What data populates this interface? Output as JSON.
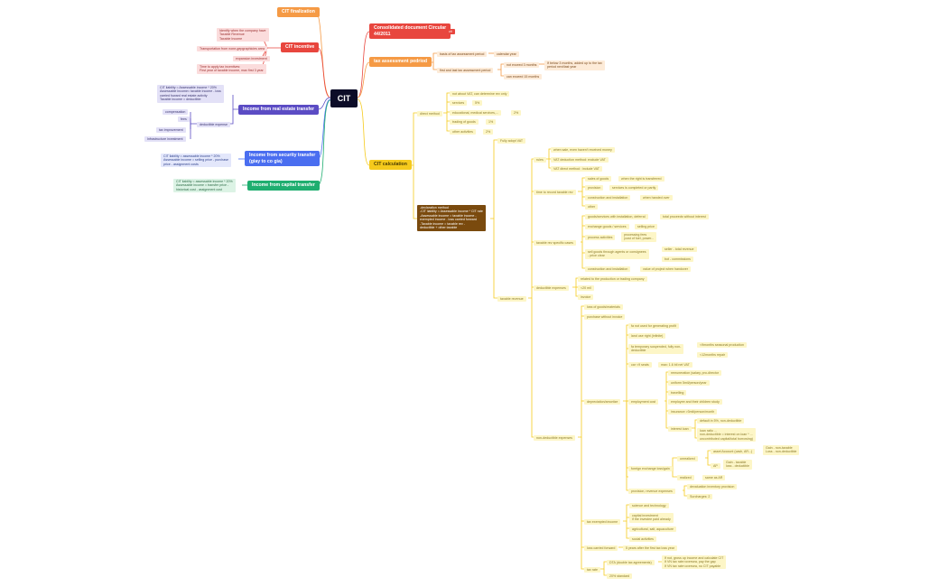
{
  "root": "CIT",
  "branches": {
    "cit_finalization": "CIT finalization",
    "cit_incentive": "CIT incentive",
    "income_real_estate": "Income from real estate transfer",
    "income_security": "Income from security transfer\n(giay to co gia)",
    "income_capital": "Income from capital transfer",
    "consolidated_doc": "Consolidated document Circular\n44/2011",
    "consolidated_tag": "cit",
    "tax_period": "tax assessment pedriod",
    "cit_calculation": "CIT calculation"
  },
  "incentive": {
    "identify": "Identify when the company have\nTaxable Revenue\nTaxable Income",
    "transportation": "Transportation from none-gepgraphicies area",
    "expansion": "expansion investment",
    "time_apply": "Time to apply tax incentives:\nFirst year of taxable income, max first 3 year"
  },
  "real_estate": {
    "formula": "CIT liability = Assessable income * 20%\nAssessable income= taxable income - loss\ncarried foward real estate activity\nTaxable income = deductible",
    "compensation": "compensation",
    "fees": "fees",
    "deductible_expense": "deductible expense",
    "tax_improvement": "tax improvement",
    "infra_investment": "Infrastructure investment"
  },
  "security": {
    "formula": "CIT liability = assessable income * 20%\nAssessable income = selling price - purchase\nprice - assignment costs"
  },
  "capital": {
    "formula": "CIT liability = assessable income * 20%\nAssessable income = transfer price -\nhistorical cost - assignment cost"
  },
  "period": {
    "basis": "basis of tax assessment period",
    "calendar": "calendar year",
    "first_last": "first and last tax assessment period",
    "not_exceed": "not exceed 3 months",
    "if_below": "If below 3 months, added up to the tax\nperiod next/last year",
    "can_exceed": "can exceed 15 months"
  },
  "calculation": {
    "direct_method": "direct method",
    "not_about_vat": "not about VAT, can determine rev only",
    "services": "services",
    "p5": "5%",
    "edu": "educational, medical services,...",
    "p2": "2%",
    "trading": "trading of goods",
    "p1": "1%",
    "other_activities": "other activities",
    "declaration": "-declaration method\n-CIT liability = Assessable income * CIT rate\n-Assessable income = taxable income -\nexempted income - loss carried forward\n-Taxable income = taxable rev -\ndeductible + other taxable",
    "fully_adopt": "Fully adopt VAT",
    "taxable_revenue": "taxable revenue",
    "rules": "rules",
    "sold_sale": "when sale, even haven't received money",
    "vat_deduction": "VAT deduction method: exclude VAT",
    "vat_direct": "VAT direct method : include VAT",
    "time_record": "time to record taxable rev",
    "sales_goods": "sales of goods",
    "when_transferred": "when the right is transferred",
    "provision": "provision",
    "service_completed": "services is completed or partly",
    "construction": "construction and installation",
    "when_handed": "when handed over",
    "other": "other",
    "specific_cases": "taxable rev specific cases",
    "goods_installment": "goods/services with installation, deferral",
    "total_proceeds": "total proceeds without interest",
    "exchange": "exchange goods / services",
    "selling_price": "selling price",
    "process_activities": "process activities",
    "processing_fees": "processing fees\n(cost of fuel, power...",
    "sell_agents": "sell goods through agents or consignees\n- price clear",
    "seller": "seller - total revenue",
    "commissions": "bot - commissions",
    "construction_install": "construction and installation",
    "value_project": "value of project when handover",
    "deductible_expenses": "deductible expenses",
    "related_production": "related to the production or trading company",
    "lt20": "<20 mil",
    "invoice": "invoice",
    "non_deductible": "non-deductible expenses",
    "cost_goods": "loss of goods/materials",
    "purchase_no_invoice": "purchase without invoice",
    "depreciation": "depreciation/amortize",
    "not_used": "fa not used for generating profit",
    "land_use": "land use right (infinite)",
    "temp_suspend": "fa temporary suspended, fully non-\ndeductible",
    "seasonal": "<9months seasonal production",
    "repair": "<12months repair",
    "car": "car <9 seats",
    "max_16": "max: 1.6 bil net VAT",
    "employment": "employment cost",
    "remuneration": "remuneration (salary, pro-director",
    "uniform": "uniform 5mil/person/year",
    "travelling": "travelling",
    "employee_children": "employee and their children study",
    "insurance": "insurance >3mil/person/month",
    "interest_loan": "interest loan",
    "default_5": "default in 5%, non-deductible",
    "loan_ratio": "loan ratio ...\nnon-deductible = interest on loan * ...\nuncontributed capital/total borrowing)",
    "foreign_exchange": "foreign exchange loss/gain",
    "unrealized": "unrealized",
    "asset_account": "asset Account (cash, AR...)",
    "gain_loss": "Gain - non-taxable\nLoss - non-deductible",
    "ap": "AP",
    "ap_gain": "Gain - taxable\nloss - deductible",
    "realized": "realized",
    "same_as_ar": "same as AR",
    "provision_reserve": "provision, revenue expenses",
    "devaluation": "devaluation inventory provision",
    "surcharges": "Surcharges: 2",
    "tax_exempted": "tax exempted income",
    "science": "science and technology",
    "capital_investment": "capital investment\nif the investee paid already",
    "agricultural": "agricultural, salt, aquaculture",
    "social": "social activities",
    "loss_forward": "loss carried forward",
    "five_years": "5 years after the first tax loss year",
    "tax_rate": "tax rate",
    "dta": "DTA (double tax agreements)",
    "dta_note": "If not, gross up income and calculate CIT\nIf VN tax rate>oversea, pay the gap\nIf VN tax rate<oversea, no CIT payable",
    "standard": "20% standard"
  },
  "colors": {
    "root": "#0c0c28",
    "finalization": "#f59a45",
    "incentive": "#e8463e",
    "real_estate": "#5b4cc4",
    "security": "#4a6ef0",
    "capital": "#1fae70",
    "consolidated": "#e8463e",
    "period": "#f59a45",
    "calculation": "#f5ca1c",
    "declaration": "#7a4a0e"
  }
}
